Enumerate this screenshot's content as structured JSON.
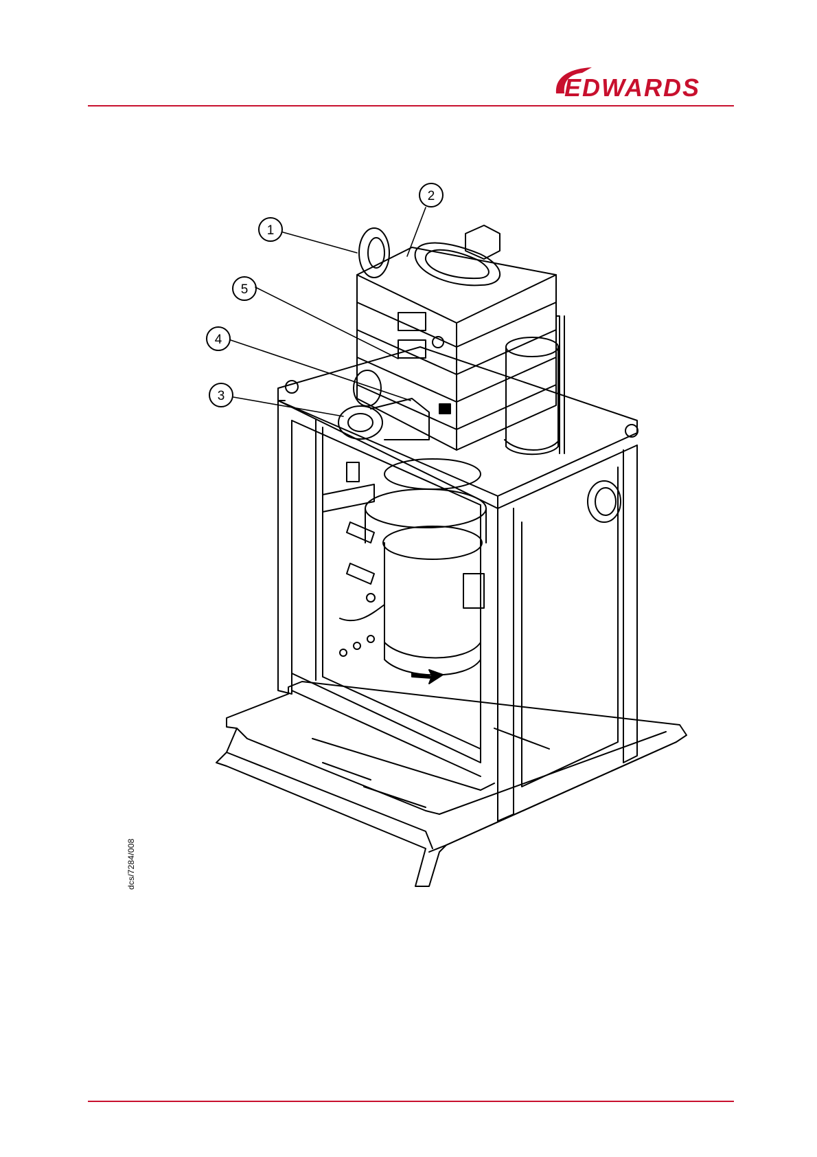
{
  "header": {
    "logo_text": "EDWARDS",
    "brand_color": "#c8102e"
  },
  "figure": {
    "callouts": [
      {
        "label": "1"
      },
      {
        "label": "2"
      },
      {
        "label": "3"
      },
      {
        "label": "4"
      },
      {
        "label": "5"
      }
    ],
    "drawing_reference": "dcs/7284/008",
    "direction_arrow": "rotation-arrow"
  }
}
